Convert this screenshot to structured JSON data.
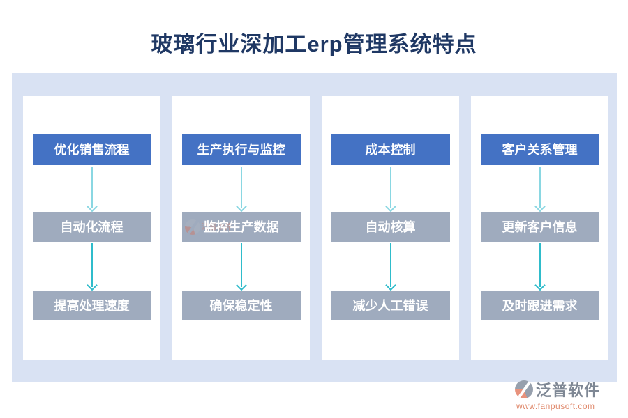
{
  "title": "玻璃行业深加工erp管理系统特点",
  "colors": {
    "title_color": "#1f3864",
    "panel_bg": "#d9e2f3",
    "card_bg": "#ffffff",
    "primary_box": "#4472c4",
    "secondary_box": "#9fabbe",
    "box_text": "#ffffff",
    "arrow_light": "#8ad7e2",
    "arrow_dark": "#2fbccb",
    "brand_text": "#7e8794",
    "url_text": "#e08a6d",
    "logo_orange": "#e8927c",
    "logo_gray": "#97a0ad"
  },
  "columns": [
    {
      "header": "优化销售流程",
      "steps": [
        "自动化流程",
        "提高处理速度"
      ]
    },
    {
      "header": "生产执行与监控",
      "steps": [
        "监控生产数据",
        "确保稳定性"
      ]
    },
    {
      "header": "成本控制",
      "steps": [
        "自动核算",
        "减少人工错误"
      ]
    },
    {
      "header": "客户关系管理",
      "steps": [
        "更新客户信息",
        "及时跟进需求"
      ]
    }
  ],
  "watermark": {
    "brand": "泛普软件"
  },
  "footer": {
    "brand": "泛普软件",
    "url": "www.fanpusoft.com"
  }
}
